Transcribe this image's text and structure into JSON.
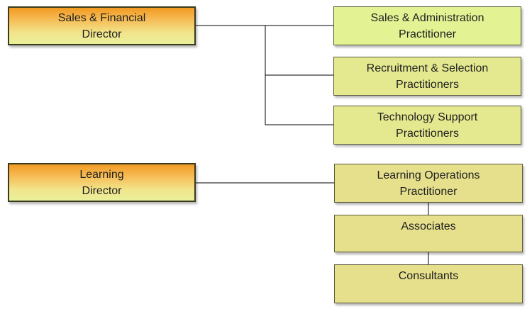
{
  "groups": [
    {
      "director": {
        "line1": "Sales & Financial",
        "line2": "Director"
      },
      "roles": [
        {
          "line1": "Sales & Administration",
          "line2": "Practitioner"
        },
        {
          "line1": "Recruitment & Selection",
          "line2": "Practitioners"
        },
        {
          "line1": "Technology Support",
          "line2": "Practitioners"
        }
      ]
    },
    {
      "director": {
        "line1": "Learning",
        "line2": "Director"
      },
      "roles": [
        {
          "line1": "Learning Operations",
          "line2": "Practitioner"
        },
        {
          "line1": "Associates"
        },
        {
          "line1": "Consultants"
        }
      ]
    }
  ],
  "colors": {
    "director_top": "#f29a22",
    "director_bottom": "#e9f09a",
    "role_light": "#e3f394",
    "role_mid": "#e4e98f",
    "role_dark": "#e6e08c",
    "connector": "#000000"
  }
}
